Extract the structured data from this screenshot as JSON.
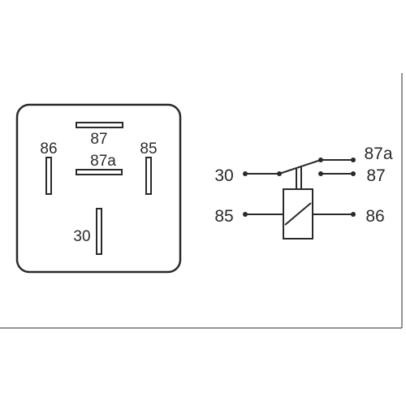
{
  "footprint": {
    "pins": {
      "p87": "87",
      "p87a": "87a",
      "p86": "86",
      "p85": "85",
      "p30": "30"
    }
  },
  "schematic": {
    "terminals": {
      "t30": "30",
      "t87a": "87a",
      "t87": "87",
      "t85": "85",
      "t86": "86"
    }
  },
  "colors": {
    "line": "#2a2a2a",
    "background": "#ffffff"
  }
}
